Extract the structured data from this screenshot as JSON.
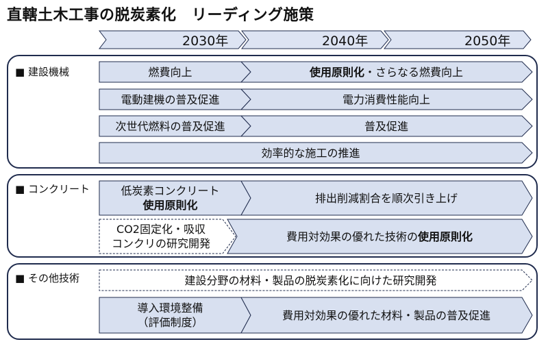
{
  "title": "直轄土木工事の脱炭素化　リーディング施策",
  "timeline": {
    "years": [
      "2030年",
      "2040年",
      "2050年"
    ]
  },
  "sections": {
    "construction_machinery": {
      "label": "■ 建設機械",
      "rows": [
        {
          "left": "燃費向上",
          "right_bold": "使用原則化",
          "right_rest": "・さらなる燃費向上"
        },
        {
          "left": "電動建機の普及促進",
          "right": "電力消費性能向上"
        },
        {
          "left": "次世代燃料の普及促進",
          "right": "普及促進"
        },
        {
          "full": "効率的な施工の推進"
        }
      ]
    },
    "concrete": {
      "label": "■ コンクリート",
      "rows": [
        {
          "left_line1": "低炭素コンクリート",
          "left_line2_bold": "使用原則化",
          "right": "排出削減割合を順次引き上げ"
        },
        {
          "left_line1": "CO2固定化・吸収",
          "left_line2": "コンクリの研究開発",
          "right_normal": "費用対効果の優れた技術の",
          "right_bold": "使用原則化"
        }
      ]
    },
    "other_tech": {
      "label": "■ その他技術",
      "rows": [
        {
          "full": "建設分野の材料・製品の脱炭素化に向けた研究開発"
        },
        {
          "left_line1": "導入環境整備",
          "left_line2": "（評価制度）",
          "right": "費用対効果の優れた材料・製品の普及促進"
        }
      ]
    }
  },
  "colors": {
    "fill": "#d8e0f0",
    "stroke": "#1f2b4d",
    "timeline_fill": "#dde4f3"
  }
}
